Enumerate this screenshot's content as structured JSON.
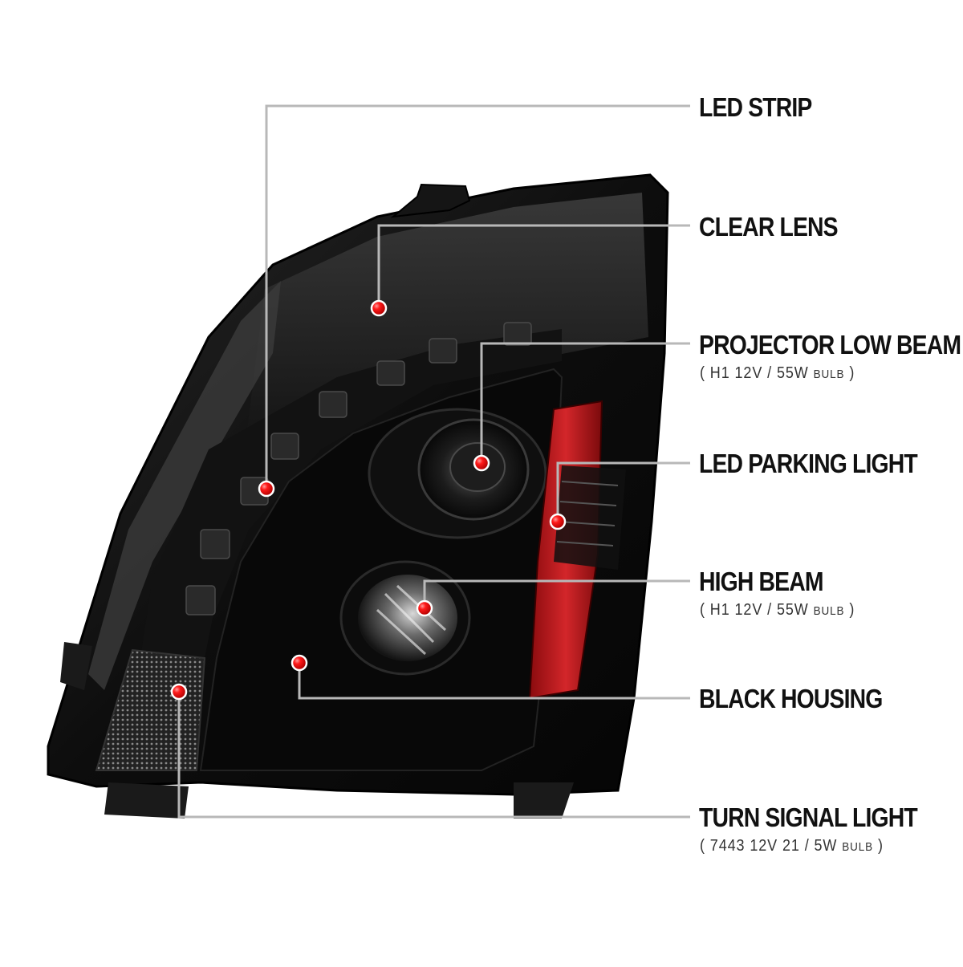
{
  "callouts": [
    {
      "id": "led-strip",
      "title": "LED STRIP",
      "spec": ""
    },
    {
      "id": "clear-lens",
      "title": "CLEAR LENS",
      "spec": ""
    },
    {
      "id": "projector-low-beam",
      "title": "PROJECTOR LOW BEAM",
      "spec_open": "(",
      "spec_main": "H1  12V / 55W",
      "spec_unit": "BULB",
      "spec_close": ")"
    },
    {
      "id": "led-parking-light",
      "title": "LED PARKING LIGHT",
      "spec": ""
    },
    {
      "id": "high-beam",
      "title": "HIGH BEAM",
      "spec_open": "(",
      "spec_main": "H1  12V / 55W",
      "spec_unit": "BULB",
      "spec_close": ")"
    },
    {
      "id": "black-housing",
      "title": "BLACK HOUSING",
      "spec": ""
    },
    {
      "id": "turn-signal-light",
      "title": "TURN SIGNAL LIGHT",
      "spec_open": "(",
      "spec_main": "7443  12V  21 / 5W",
      "spec_unit": "BULB",
      "spec_close": ")"
    }
  ],
  "colors": {
    "leader_line": "#b8b8b8",
    "marker_dot": "#e00000",
    "housing": "#0b0b0b",
    "reflector_amber": "#c4151a"
  }
}
